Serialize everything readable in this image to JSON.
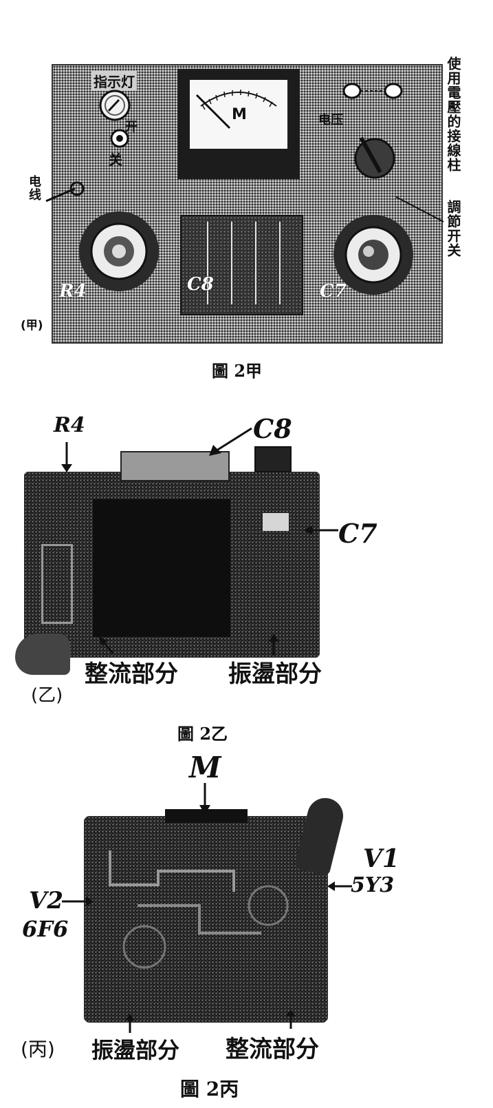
{
  "fig_a": {
    "panel_label": "(甲)",
    "indicator_lamp": "指示灯",
    "switch_on": "开",
    "switch_off": "关",
    "power_cord": "电线",
    "meter_symbol": "M",
    "terminals_vertical": "使用電壓的接線柱",
    "adjust_switch_vertical": "調節开关",
    "dial_label_left": "电压",
    "r4": "R4",
    "c8": "C8",
    "c7": "C7",
    "caption": "圖 2甲"
  },
  "fig_b": {
    "panel_label": "(乙)",
    "r4": "R4",
    "c8": "C8",
    "c7": "C7",
    "rectifier": "整流部分",
    "oscillator": "振盪部分",
    "caption": "圖 2乙"
  },
  "fig_c": {
    "panel_label": "(丙)",
    "m": "M",
    "v1": "V1",
    "v1_type": "5Y3",
    "v2": "V2",
    "v2_type": "6F6",
    "oscillator": "振盪部分",
    "rectifier": "整流部分",
    "caption": "圖 2丙"
  }
}
